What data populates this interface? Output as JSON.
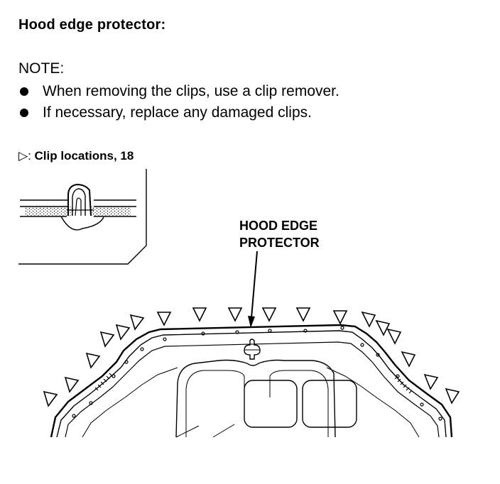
{
  "title": "Hood edge protector:",
  "note": {
    "heading": "NOTE:",
    "bullets": [
      "When removing the clips, use a clip remover.",
      "If necessary, replace any damaged clips."
    ]
  },
  "legend": {
    "symbol": "▷:",
    "text": " Clip locations, 18"
  },
  "callout": {
    "line1": "HOOD EDGE",
    "line2": "PROTECTOR"
  },
  "clip_count": 18
}
